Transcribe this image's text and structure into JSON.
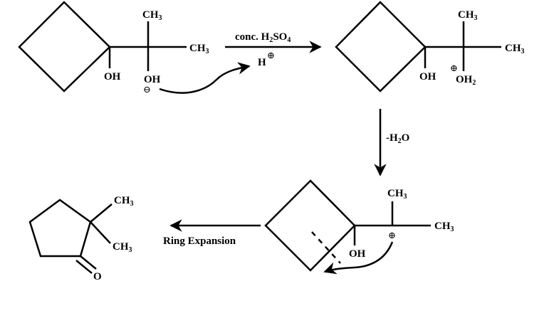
{
  "colors": {
    "ink": "#000000",
    "background": "#ffffff"
  },
  "reactant": {
    "top_ch3": "CH",
    "top_ch3_sub": "3",
    "right_ch3": "CH",
    "right_ch3_sub": "3",
    "ring_oh": "OH",
    "side_oh": "OH",
    "minus_sign": "⊖"
  },
  "step1": {
    "reagent": "conc. H",
    "reagent_sub1": "2",
    "reagent_mid": "SO",
    "reagent_sub2": "4",
    "proton": "H",
    "plus_sign": "⊕"
  },
  "protonated": {
    "top_ch3": "CH",
    "top_ch3_sub": "3",
    "right_ch3": "CH",
    "right_ch3_sub": "3",
    "ring_oh": "OH",
    "plus_sign": "⊕",
    "oh2": "OH",
    "oh2_sub": "2"
  },
  "step2": {
    "label_pre": "-H",
    "label_sub": "2",
    "label_post": "O"
  },
  "carbocation": {
    "top_ch3": "CH",
    "top_ch3_sub": "3",
    "right_ch3": "CH",
    "right_ch3_sub": "3",
    "ring_oh": "OH",
    "plus_sign": "⊕"
  },
  "step3": {
    "label": "Ring Expansion"
  },
  "product": {
    "top_ch3": "CH",
    "top_ch3_sub": "3",
    "bottom_ch3": "CH",
    "bottom_ch3_sub": "3",
    "carbonyl_o": "O"
  }
}
